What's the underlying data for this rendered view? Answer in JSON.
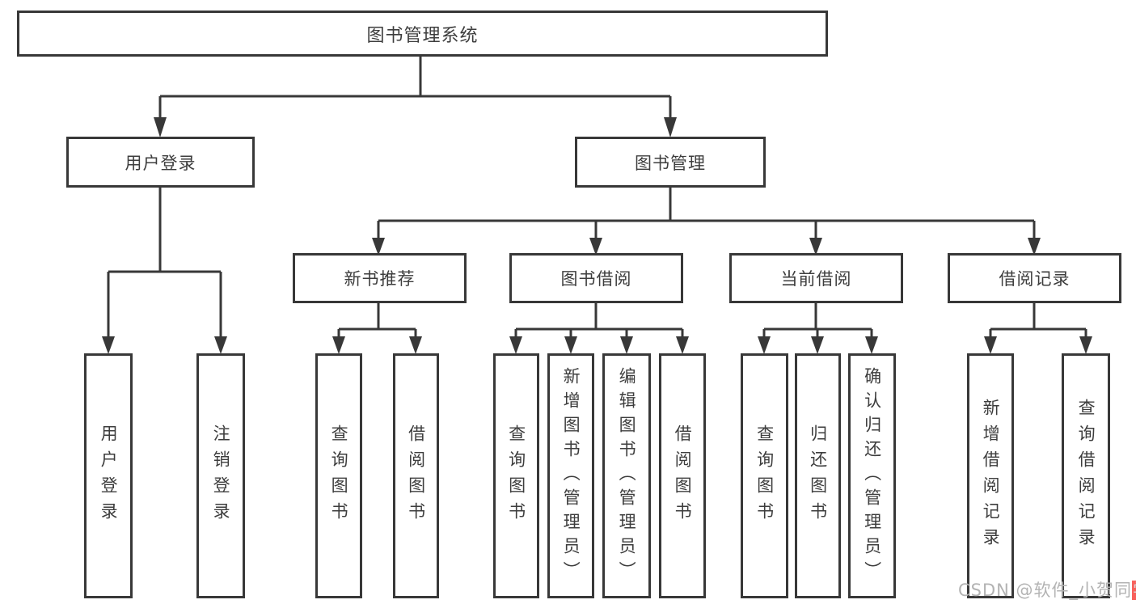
{
  "diagram_title": "图书管理系统",
  "hierarchy": {
    "label": "图书管理系统",
    "children": [
      {
        "label": "用户登录",
        "children": [
          {
            "label": "用户登录"
          },
          {
            "label": "注销登录"
          }
        ]
      },
      {
        "label": "图书管理",
        "children": [
          {
            "label": "新书推荐",
            "children": [
              {
                "label": "查询图书"
              },
              {
                "label": "借阅图书"
              }
            ]
          },
          {
            "label": "图书借阅",
            "children": [
              {
                "label": "查询图书"
              },
              {
                "label": "新增图书（管理员）"
              },
              {
                "label": "编辑图书（管理员）"
              },
              {
                "label": "借阅图书"
              }
            ]
          },
          {
            "label": "当前借阅",
            "children": [
              {
                "label": "查询图书"
              },
              {
                "label": "归还图书"
              },
              {
                "label": "确认归还（管理员）"
              }
            ]
          },
          {
            "label": "借阅记录",
            "children": [
              {
                "label": "新增借阅记录"
              },
              {
                "label": "查询借阅记录"
              }
            ]
          }
        ]
      }
    ]
  },
  "watermark": {
    "prefix": "CSDN @软件_小贺同",
    "accent": "学"
  },
  "colors": {
    "background": "#ffffff",
    "line": "#383838",
    "box_border": "#383838",
    "text": "#3d3d3d",
    "watermark_text": "#b3b3b3",
    "watermark_accent": "#f8615c"
  }
}
